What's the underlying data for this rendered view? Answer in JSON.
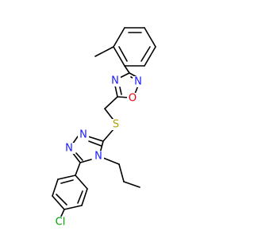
{
  "atoms": [
    {
      "id": "N1",
      "label": "N",
      "color": "#1a1aff"
    },
    {
      "id": "N2",
      "label": "N",
      "color": "#1a1aff"
    },
    {
      "id": "O1",
      "label": "O",
      "color": "#e8000b"
    },
    {
      "id": "S1",
      "label": "S",
      "color": "#b3a000"
    },
    {
      "id": "N3",
      "label": "N",
      "color": "#1a1aff"
    },
    {
      "id": "N4",
      "label": "N",
      "color": "#1a1aff"
    },
    {
      "id": "N5",
      "label": "N",
      "color": "#1a1aff"
    },
    {
      "id": "Cl1",
      "label": "Cl",
      "color": "#00a000"
    }
  ]
}
